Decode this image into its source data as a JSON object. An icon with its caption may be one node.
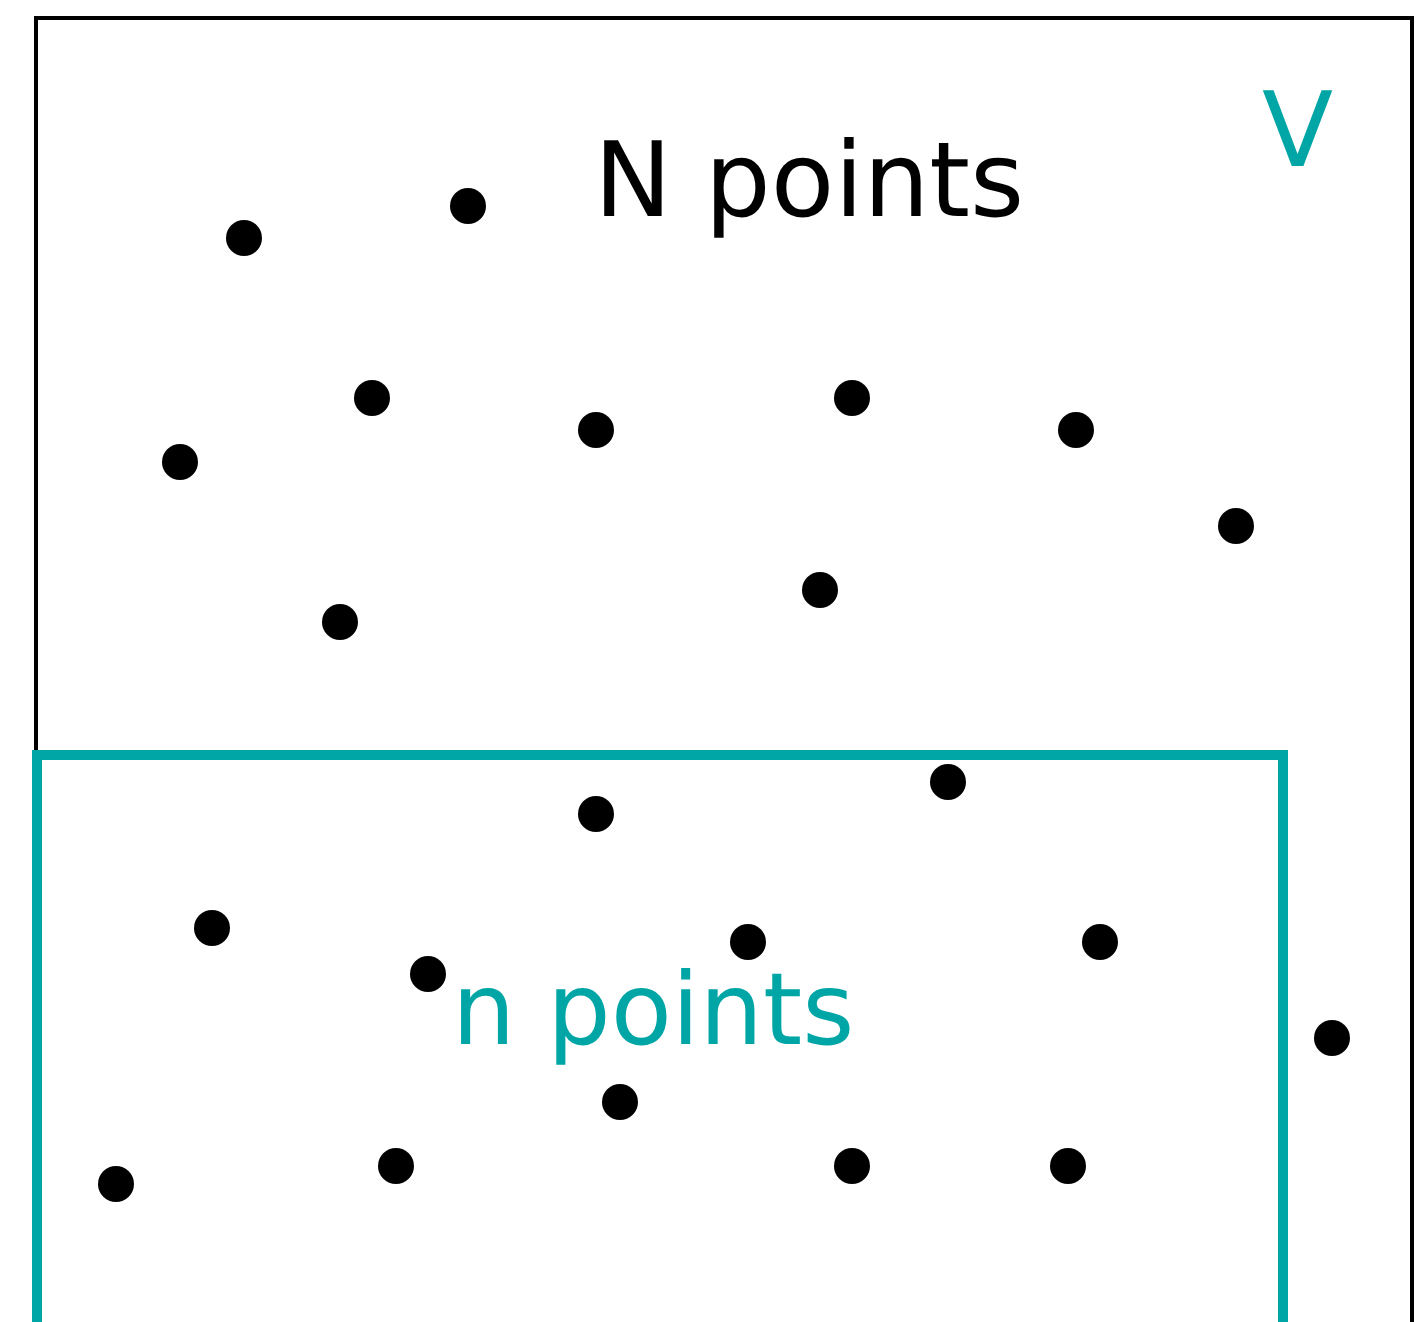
{
  "diagram": {
    "nodes": [
      {
        "text": [
          "N points",
          "V"
        ]
      },
      {
        "text": [
          "n points"
        ],
        "in": 0
      }
    ]
  }
}
